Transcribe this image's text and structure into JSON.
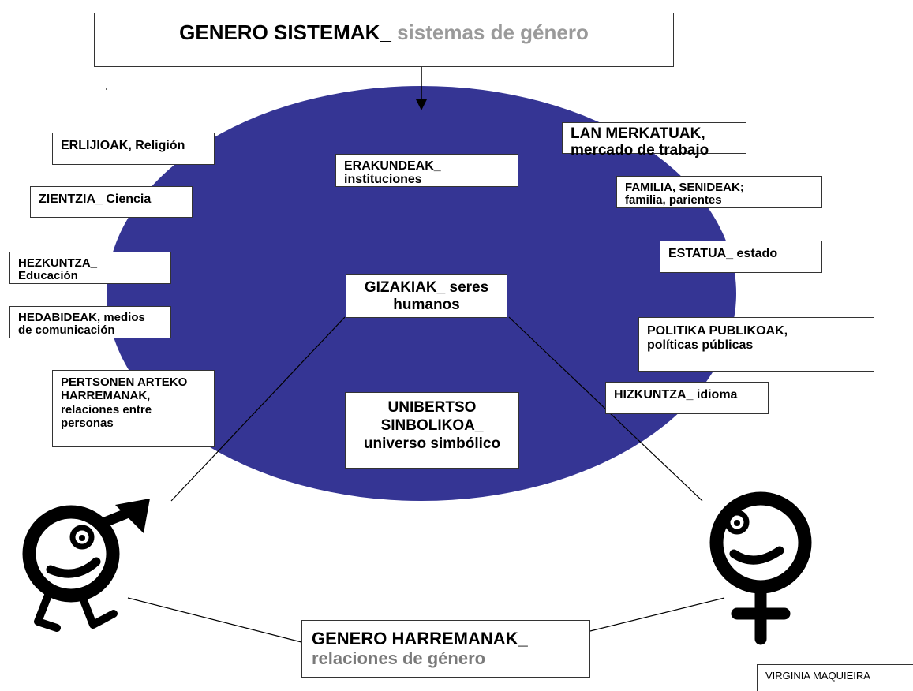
{
  "title": {
    "eu": "GENERO SISTEMAK_",
    "es": "sistemas de género"
  },
  "center_label": {
    "line1": "GIZAKIAK_ seres",
    "line2": "humanos"
  },
  "symbolic": {
    "line1": "UNIBERTSO",
    "line2": "SINBOLIKOA_",
    "line3": "universo simbólico"
  },
  "institutions": {
    "line1": "ERAKUNDEAK_",
    "line2": "instituciones"
  },
  "left_items": {
    "religion": "ERLIJIOAK, Religión",
    "science": "ZIENTZIA_ Ciencia",
    "education": {
      "line1": "HEZKUNTZA_",
      "line2": "Educación"
    },
    "media": {
      "line1": "HEDABIDEAK, medios",
      "line2": "de comunicación"
    },
    "relations": {
      "line1": "PERTSONEN ARTEKO",
      "line2": "HARREMANAK,",
      "line3": "relaciones entre",
      "line4": "personas"
    }
  },
  "right_items": {
    "labor": {
      "line1": "LAN MERKATUAK,",
      "line2": "mercado de trabajo"
    },
    "family": {
      "line1": "FAMILIA, SENIDEAK;",
      "line2": "familia, parientes"
    },
    "state": "ESTATUA_ estado",
    "policy": {
      "line1": "POLITIKA PUBLIKOAK,",
      "line2": "políticas públicas"
    },
    "language": "HIZKUNTZA_ idioma"
  },
  "gender_relations": {
    "eu": "GENERO HARREMANAK_",
    "es": "relaciones de género"
  },
  "signature": "VIRGINIA MAQUIEIRA",
  "colors": {
    "ellipse": "#353594",
    "symbol": "#000000",
    "box_border": "#333333",
    "subtitle_gray": "#9a9a9a"
  },
  "icons": {
    "male": "male-symbol-smiley-icon",
    "female": "female-symbol-smiley-icon"
  }
}
